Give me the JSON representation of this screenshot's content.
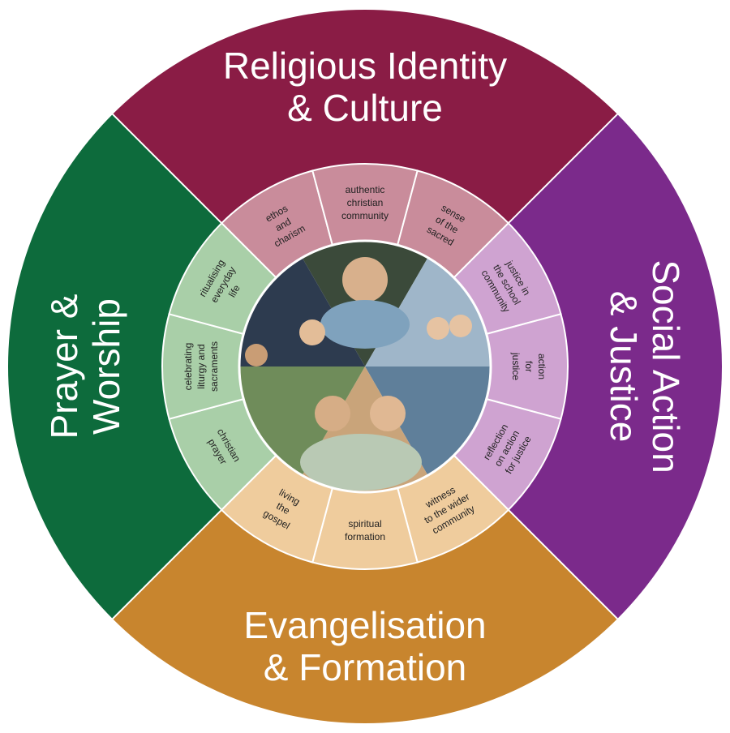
{
  "quadrants": [
    {
      "id": "top",
      "label_lines": [
        "Religious Identity",
        "& Culture"
      ],
      "color": "#8a1c45",
      "inner_color": "#c98c9b",
      "segments": [
        [
          "ethos",
          "and",
          "charism"
        ],
        [
          "authentic",
          "christian",
          "community"
        ],
        [
          "sense",
          "of the",
          "sacred"
        ]
      ]
    },
    {
      "id": "right",
      "label_lines": [
        "Social Action",
        "& Justice"
      ],
      "color": "#7b2a8b",
      "inner_color": "#cfa3d1",
      "segments": [
        [
          "justice in",
          "the school",
          "community"
        ],
        [
          "action",
          "for",
          "justice"
        ],
        [
          "reflection",
          "on action",
          "for justice"
        ]
      ]
    },
    {
      "id": "bottom",
      "label_lines": [
        "Evangelisation",
        "& Formation"
      ],
      "color": "#c8852e",
      "inner_color": "#efcc9d",
      "segments": [
        [
          "witness",
          "to the wider",
          "community"
        ],
        [
          "spiritual",
          "formation"
        ],
        [
          "living",
          "the",
          "gospel"
        ]
      ]
    },
    {
      "id": "left",
      "label_lines": [
        "Prayer &",
        "Worship"
      ],
      "color": "#0d6b3c",
      "inner_color": "#a9cfa8",
      "segments": [
        [
          "christian",
          "prayer"
        ],
        [
          "celebrating",
          "liturgy and",
          "sacraments"
        ],
        [
          "ritualising",
          "everyday",
          "life"
        ]
      ]
    }
  ],
  "center_photo": {
    "colors": [
      "#3b4a3a",
      "#9fb6c9",
      "#5f7f9a",
      "#c9a47a",
      "#6f8c5a",
      "#2d3b4f"
    ]
  }
}
